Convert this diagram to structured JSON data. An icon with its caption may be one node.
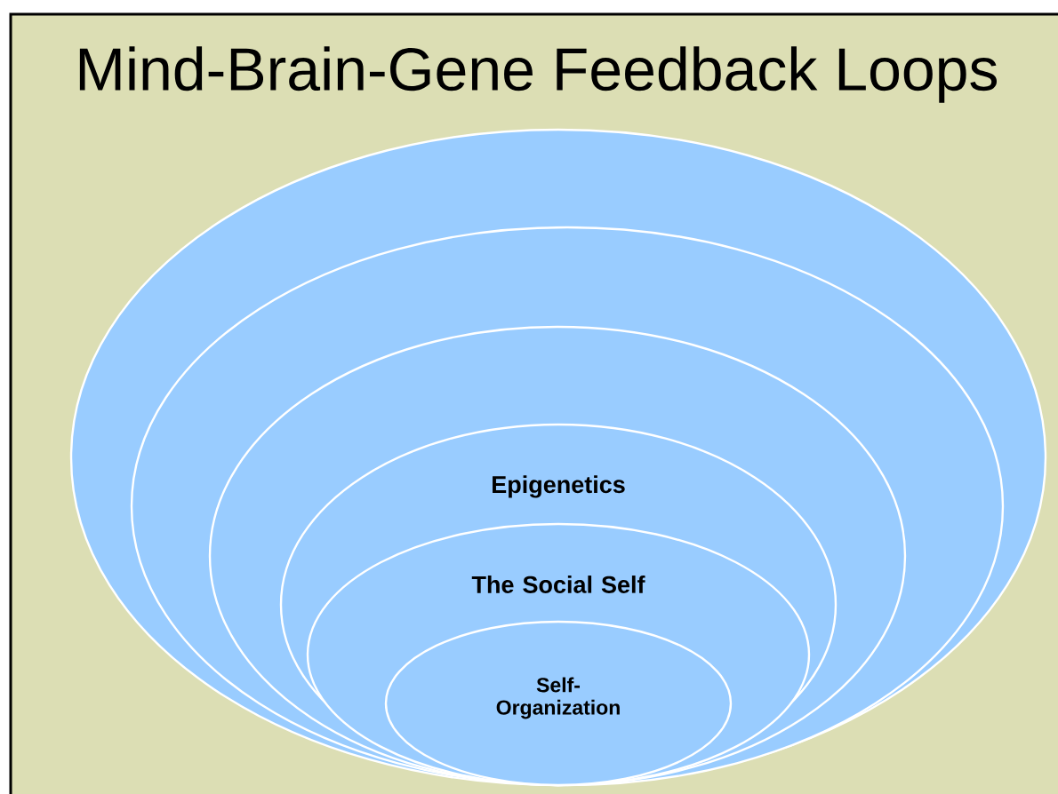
{
  "diagram": {
    "title": "Mind-Brain-Gene Feedback Loops",
    "nodes": [
      {
        "text": [],
        "shape": "ellipse"
      },
      {
        "text": [],
        "shape": "ellipse",
        "in": 0
      },
      {
        "text": [],
        "shape": "ellipse",
        "in": 1
      },
      {
        "text": [
          "Epigenetics"
        ],
        "in": 2
      },
      {
        "text": [
          "The Social Self"
        ],
        "in": 3
      },
      {
        "text": [
          "Self-Organization"
        ],
        "in": 4
      }
    ],
    "edges": []
  }
}
